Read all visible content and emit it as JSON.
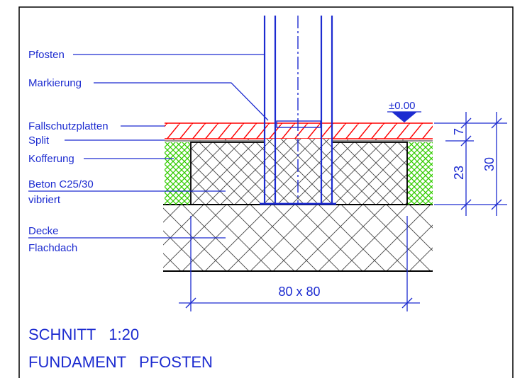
{
  "labels": {
    "pfosten": "Pfosten",
    "markierung": "Markierung",
    "fallschutzplatten": "Fallschutzplatten",
    "split": "Split",
    "kofferung": "Kofferung",
    "beton_line1": "Beton C25/30",
    "beton_line2": "vibriert",
    "decke_line1": "Decke",
    "decke_line2": "Flachdach"
  },
  "level": "±0.00",
  "dimensions": {
    "width": "80 x 80",
    "fallschutz": "7",
    "beton": "23",
    "total": "30"
  },
  "title": {
    "line1": "SCHNITT   1:20",
    "line2": "FUNDAMENT   PFOSTEN"
  },
  "colors": {
    "line": "#1c2bd0",
    "fallschutz_hatch": "#ff0000",
    "kofferung_hatch": "#33cc00",
    "concrete_hatch": "#333333"
  }
}
